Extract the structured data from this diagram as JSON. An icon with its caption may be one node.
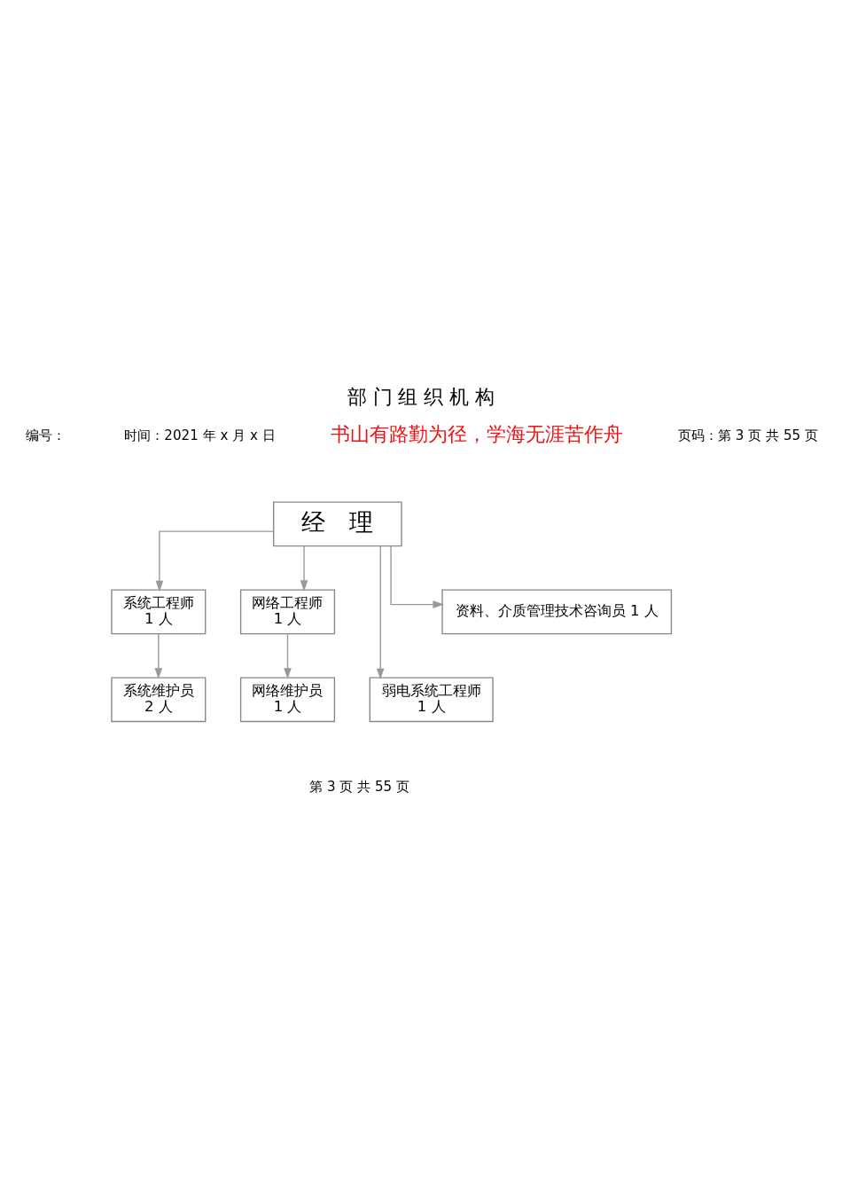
{
  "diagram": {
    "title": "部 门 组 织 机 构",
    "nodes": [
      {
        "text": [
          "经　理"
        ]
      },
      {
        "text": [
          "系统工程师",
          "1 人"
        ]
      },
      {
        "text": [
          "网络工程师",
          "1 人"
        ]
      },
      {
        "text": [
          "弱电系统工程师",
          "1 人"
        ]
      },
      {
        "text": [
          "资料、介质管理技术咨询员 1 人"
        ]
      },
      {
        "text": [
          "系统维护员",
          "2 人"
        ]
      },
      {
        "text": [
          "网络维护员",
          "1 人"
        ]
      }
    ],
    "edges": [
      {
        "from": 0,
        "to": 1,
        "arrow": "to"
      },
      {
        "from": 0,
        "to": 2,
        "arrow": "to"
      },
      {
        "from": 0,
        "to": 3,
        "arrow": "to"
      },
      {
        "from": 0,
        "to": 4,
        "arrow": "to"
      },
      {
        "from": 1,
        "to": 5,
        "arrow": "to"
      },
      {
        "from": 2,
        "to": 6,
        "arrow": "to"
      }
    ],
    "labels": [
      "编号：",
      "时间：2021 年 x 月 x 日",
      "书山有路勤为径，学海无涯苦作舟",
      "页码：第 3 页 共 55 页",
      "第 3 页 共 55 页"
    ]
  }
}
